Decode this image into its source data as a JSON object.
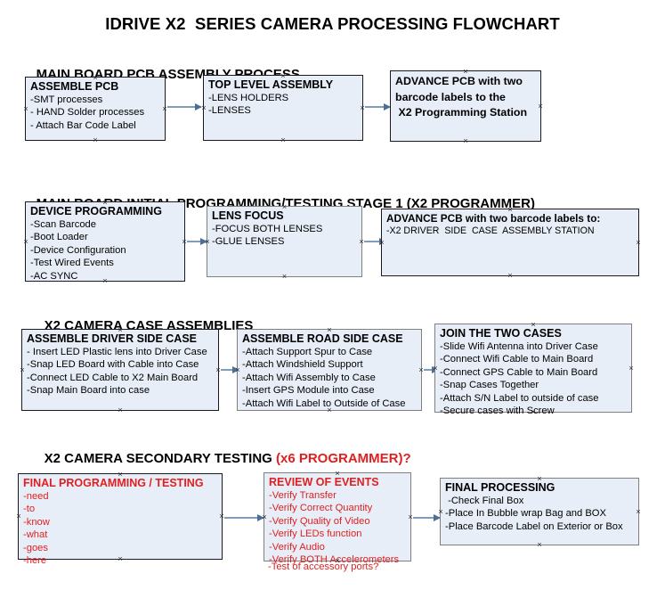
{
  "document": {
    "title": "IDRIVE X2  SERIES CAMERA PROCESSING FLOWCHART"
  },
  "theme": {
    "node_fill": "#e8eef7",
    "node_border": "#19191f",
    "node_border_gray": "#808080",
    "arrow_color": "#7f9db9",
    "arrow_head_color": "#4a6f96",
    "text_black": "#000000",
    "text_red": "#e02020",
    "page_background": "#ffffff"
  },
  "sections": [
    {
      "heading": "MAIN BOARD PCB ASSEMBLY PROCESS",
      "heading_accent": "",
      "nodes": [
        {
          "title": "ASSEMBLE PCB",
          "lines": [
            "-SMT processes",
            "- HAND Solder processes",
            "- Attach Bar Code Label"
          ]
        },
        {
          "title": "TOP LEVEL ASSEMBLY",
          "lines": [
            "-LENS HOLDERS",
            "-LENSES"
          ]
        },
        {
          "title": "",
          "lines": [
            "ADVANCE PCB with two",
            "barcode labels to the",
            " X2 Programming Station"
          ]
        }
      ]
    },
    {
      "heading": "MAIN BOARD INITIAL PROGRAMMING/TESTING STAGE 1 (X2 PROGRAMMER)",
      "heading_accent": "",
      "nodes": [
        {
          "title": "DEVICE PROGRAMMING",
          "lines": [
            "-Scan Barcode",
            "-Boot Loader",
            "-Device Configuration",
            "-Test Wired Events",
            "-AC SYNC"
          ]
        },
        {
          "title": "LENS FOCUS",
          "lines": [
            "-FOCUS BOTH LENSES",
            "-GLUE LENSES"
          ]
        },
        {
          "title": "ADVANCE PCB with two barcode labels to:",
          "lines": [
            "-X2 DRIVER  SIDE  CASE  ASSEMBLY STATION"
          ]
        }
      ]
    },
    {
      "heading": "X2 CAMERA CASE ASSEMBLIES",
      "heading_accent": "",
      "nodes": [
        {
          "title": "ASSEMBLE DRIVER SIDE CASE",
          "lines": [
            "- Insert LED Plastic lens into Driver Case",
            "-Snap LED Board with Cable into Case",
            "-Connect LED Cable to X2 Main Board",
            "-Snap Main Board into case"
          ]
        },
        {
          "title": "ASSEMBLE ROAD SIDE CASE",
          "lines": [
            "-Attach Support Spur to Case",
            "-Attach Windshield Support",
            "-Attach Wifi Assembly to Case",
            "-Insert GPS Module into Case",
            "-Attach Wifi Label to Outside of Case"
          ]
        },
        {
          "title": "JOIN THE TWO CASES",
          "lines": [
            "-Slide Wifi Antenna into Driver Case",
            "-Connect Wifi Cable to Main Board",
            "-Connect GPS Cable to Main Board",
            "-Snap Cases Together",
            "-Attach S/N Label to outside of case",
            "-Secure cases with Screw"
          ]
        }
      ]
    },
    {
      "heading": "X2 CAMERA SECONDARY TESTING ",
      "heading_accent": "(x6 PROGRAMMER)?",
      "nodes": [
        {
          "title": "FINAL PROGRAMMING / TESTING",
          "lines": [
            "-need",
            "-to",
            "-know",
            "-what",
            "-goes",
            "-here"
          ]
        },
        {
          "title": "REVIEW OF EVENTS",
          "lines": [
            "-Verify Transfer",
            "-Verify Correct Quantity",
            "-Verify Quality of Video",
            "-Verify LEDs function",
            "-Verify Audio",
            "-Verify BOTH Accelerometers"
          ],
          "overflow_line": "-Test of accessory ports?"
        },
        {
          "title": "FINAL PROCESSING",
          "lines": [
            " -Check Final Box",
            "-Place In Bubble wrap Bag and BOX",
            "-Place Barcode Label on Exterior or Box"
          ]
        }
      ]
    }
  ]
}
